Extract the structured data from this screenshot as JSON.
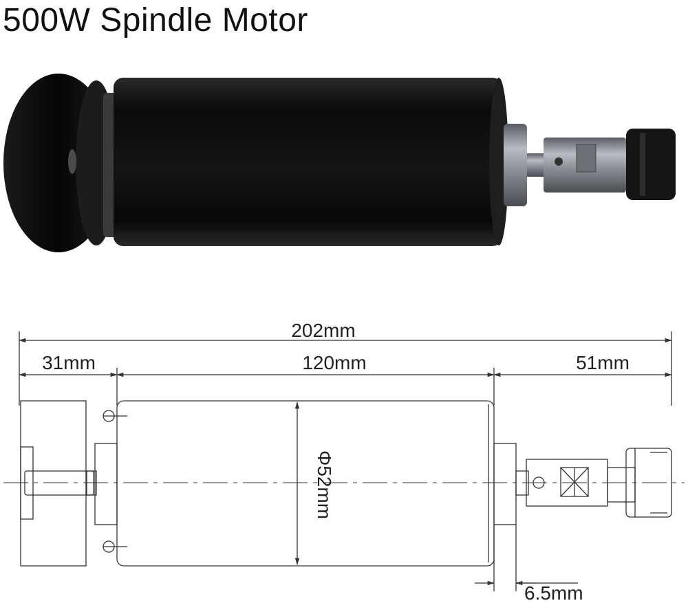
{
  "title": "500W Spindle Motor",
  "colors": {
    "motor_body": "#0d0d0d",
    "shaft_metal": "#8a8d92",
    "collet_nut": "#151515",
    "line": "#333333"
  },
  "icons": {
    "photo": "motor-photo-icon"
  },
  "dimensions": {
    "total": "202mm",
    "left": "31mm",
    "body": "120mm",
    "right": "51mm",
    "diameter": "Φ52mm",
    "step": "6.5mm"
  }
}
